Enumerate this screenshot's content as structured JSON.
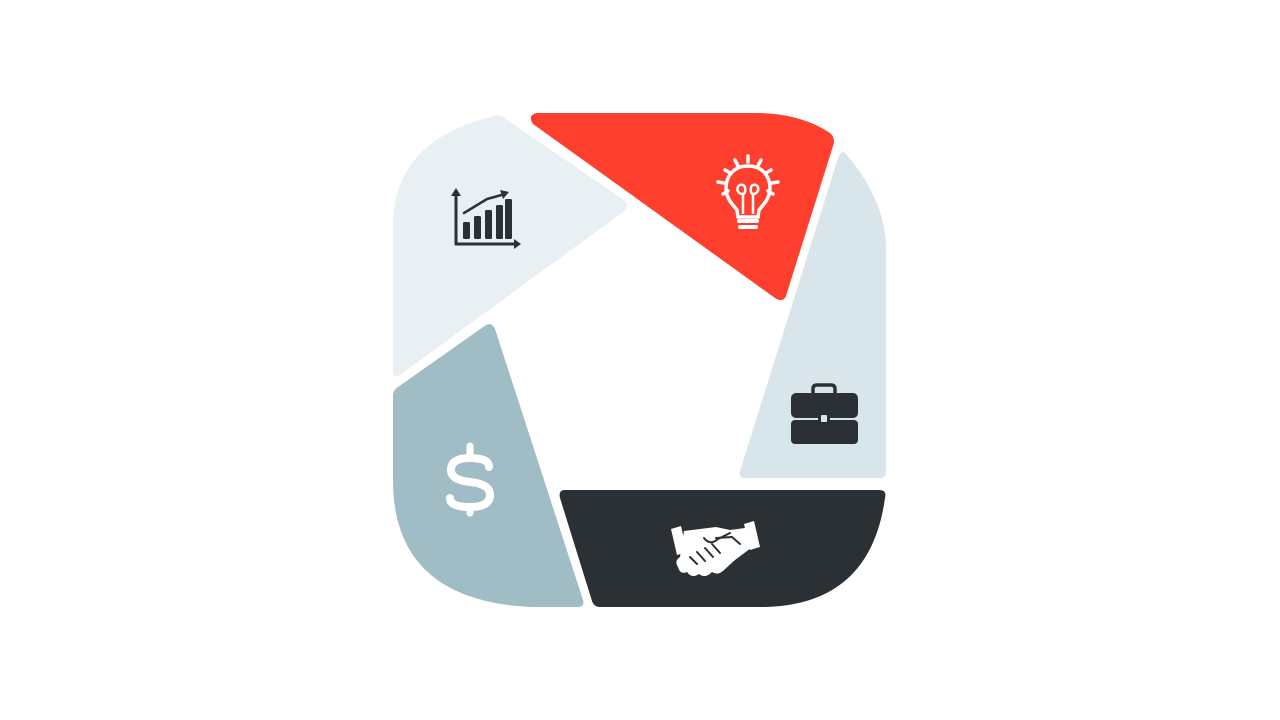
{
  "diagram": {
    "type": "segmented-rounded-square-cycle",
    "background": "#ffffff",
    "segments": [
      {
        "id": "growth",
        "icon": "bar-chart-growth-icon",
        "color": "#e9f0f3",
        "icon_color": "#2b3034"
      },
      {
        "id": "idea",
        "icon": "lightbulb-icon",
        "color": "#ff3f2e",
        "icon_color": "#ffffff"
      },
      {
        "id": "business",
        "icon": "briefcase-icon",
        "color": "#d8e5eb",
        "icon_color": "#2b3034"
      },
      {
        "id": "deal",
        "icon": "handshake-icon",
        "color": "#2b3034",
        "icon_color": "#ffffff"
      },
      {
        "id": "finance",
        "icon": "dollar-sign-icon",
        "color": "#a0bcc5",
        "icon_color": "#ffffff"
      }
    ]
  }
}
